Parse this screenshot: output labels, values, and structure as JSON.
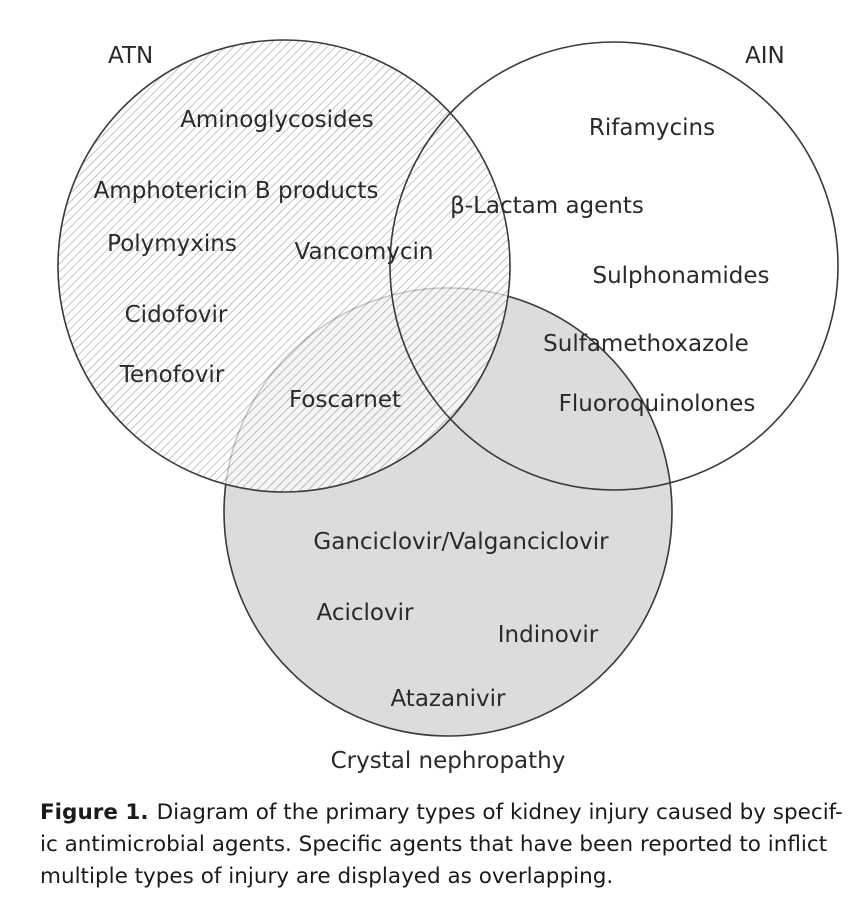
{
  "sets": {
    "atn": {
      "title": "ATN"
    },
    "ain": {
      "title": "AIN"
    },
    "crystal": {
      "title": "Crystal nephropathy"
    }
  },
  "agents": {
    "aminoglycosides": "Aminoglycosides",
    "amphotericin": "Amphotericin B products",
    "polymyxins": "Polymyxins",
    "vancomycin": "Vancomycin",
    "cidofovir": "Cidofovir",
    "tenofovir": "Tenofovir",
    "foscarnet": "Foscarnet",
    "rifamycins": "Rifamycins",
    "beta_lactam": "β-Lactam agents",
    "sulphonamides": "Sulphonamides",
    "sulfamethoxazole": "Sulfamethoxazole",
    "fluoroquinolones": "Fluoroquinolones",
    "ganciclovir": "Ganciclovir/Valganciclovir",
    "aciclovir": "Aciclovir",
    "indinovir": "Indinovir",
    "atazanivir": "Atazanivir"
  },
  "colors": {
    "outline": "#3a3a3a",
    "hatch": "#8a8a8a",
    "crystal_fill": "#dcdcdc"
  },
  "caption": {
    "label": "Figure 1.",
    "text": "Diagram of the primary types of kidney injury caused by specif-ic antimicrobial agents. Specific agents that have been reported to inflict multiple types of injury are displayed as overlapping."
  }
}
